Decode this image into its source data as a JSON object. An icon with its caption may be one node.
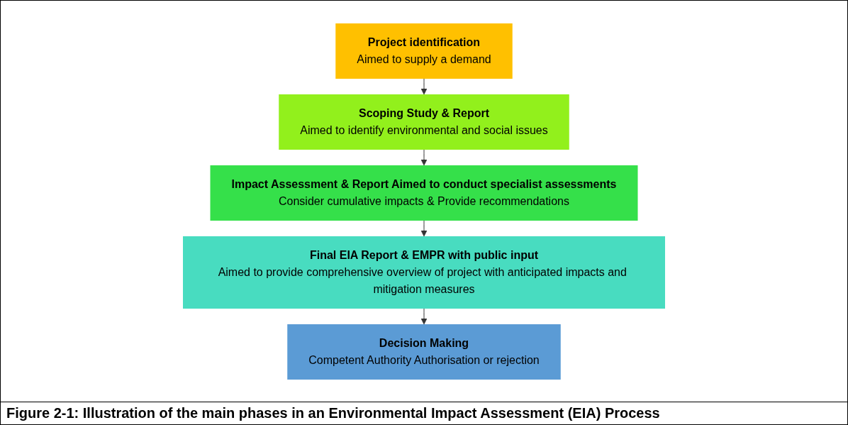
{
  "diagram": {
    "caption": "Figure 2-1: Illustration of the main phases in an Environmental Impact Assessment (EIA) Process",
    "nodes": [
      {
        "text": [
          "Project identification",
          "Aimed to supply a demand"
        ]
      },
      {
        "text": [
          "Scoping Study & Report",
          "Aimed to identify environmental and social issues"
        ]
      },
      {
        "text": [
          "Impact Assessment & Report Aimed to conduct specialist assessments",
          "Consider cumulative impacts & Provide recommendations"
        ]
      },
      {
        "text": [
          "Final EIA Report & EMPR with public input",
          "Aimed to provide comprehensive overview of project with anticipated impacts and mitigation measures"
        ]
      },
      {
        "text": [
          "Decision Making",
          "Competent Authority Authorisation or rejection"
        ]
      }
    ],
    "edges": [
      {
        "from": 0,
        "to": 1,
        "arrow": "to"
      },
      {
        "from": 1,
        "to": 2,
        "arrow": "to"
      },
      {
        "from": 2,
        "to": 3,
        "arrow": "to"
      },
      {
        "from": 3,
        "to": 4,
        "arrow": "to"
      }
    ]
  }
}
